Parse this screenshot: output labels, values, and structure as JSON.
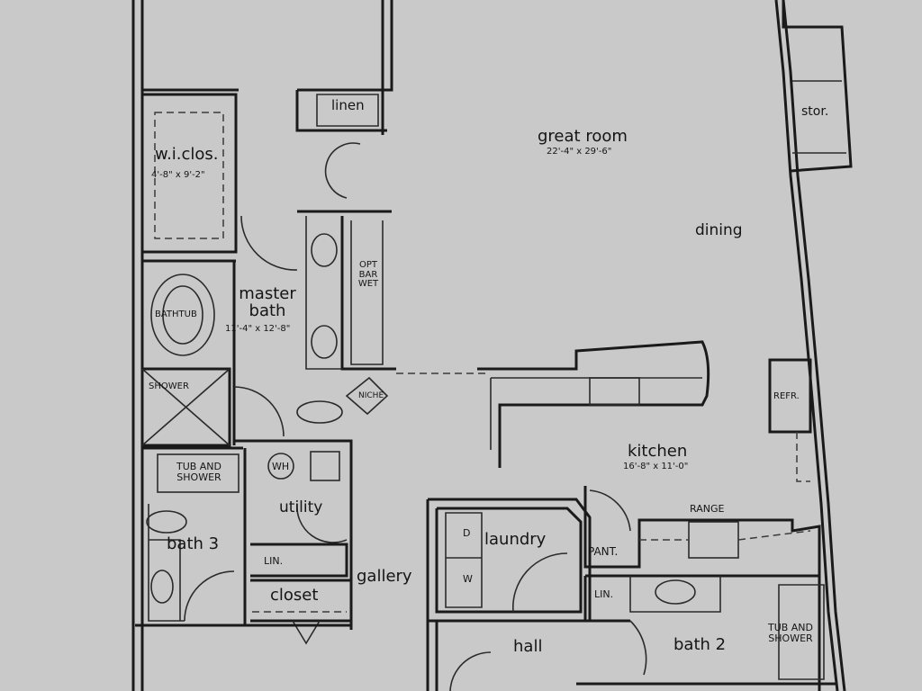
{
  "rooms": {
    "walk_in_closet": {
      "name": "w.i.clos.",
      "dims": "4'-8\" x 9'-2\""
    },
    "linen": "linen",
    "great_room": {
      "name": "great room",
      "dims": "22'-4\" x 29'-6\""
    },
    "storage": "stor.",
    "dining": "dining",
    "master_bath": {
      "name": "master bath",
      "dims": "11'-4\" x 12'-8\""
    },
    "bathtub": "BATHTUB",
    "opt_wet_bar": "OPT BAR WET",
    "shower": "SHOWER",
    "niche": "NICHE",
    "refrigerator": "REFR.",
    "kitchen": {
      "name": "kitchen",
      "dims": "16'-8\" x 11'-0\""
    },
    "range": "RANGE",
    "pantry": "PANT.",
    "bath3_tub": "TUB AND SHOWER",
    "water_heater": "WH",
    "utility": "utility",
    "bath3": "bath 3",
    "utility_linen": "LIN.",
    "closet": "closet",
    "gallery": "gallery",
    "laundry": "laundry",
    "dryer": "D",
    "washer": "W",
    "bath2_linen": "LIN.",
    "hall": "hall",
    "bath2": "bath 2",
    "bath2_tub": "TUB AND SHOWER"
  }
}
